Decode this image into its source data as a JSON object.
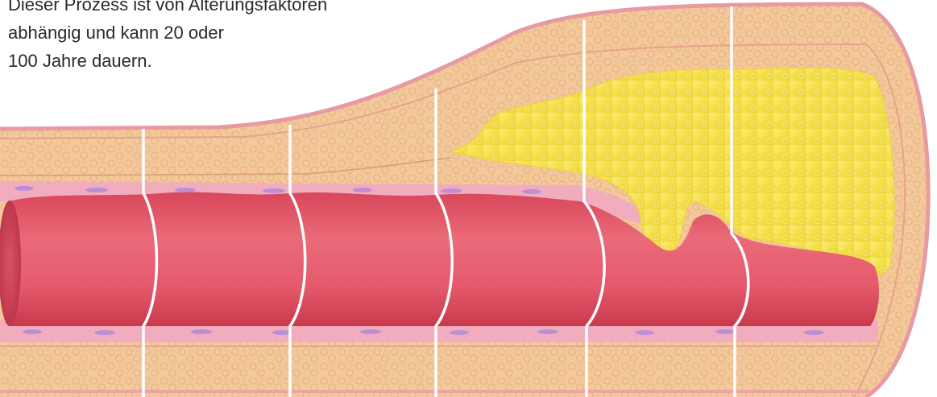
{
  "caption": {
    "lines": [
      "Dieser Prozess ist von Alterungsfaktoren",
      "abhängig und kann 20 oder",
      "100 Jahre dauern."
    ]
  },
  "colors": {
    "outer_wall": "#f2c99a",
    "wall_border": "#e8a0a6",
    "lumen": "#e0505f",
    "lumen_shadow": "#c33a4b",
    "intima": "#f0a8b8",
    "plaque": "#f4e25a",
    "cell_nuclei": "#b48ad8",
    "section_lines": "#ffffff"
  }
}
